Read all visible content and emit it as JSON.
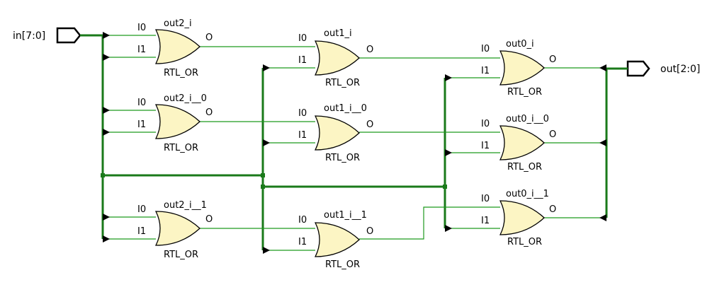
{
  "ports": {
    "input": {
      "label": "in[7:0]"
    },
    "output": {
      "label": "out[2:0]"
    }
  },
  "pins": {
    "i0": "I0",
    "i1": "I1",
    "o": "O"
  },
  "gates": [
    {
      "id": "out2_i",
      "name": "out2_i",
      "type": "RTL_OR"
    },
    {
      "id": "out2_i__0",
      "name": "out2_i__0",
      "type": "RTL_OR"
    },
    {
      "id": "out2_i__1",
      "name": "out2_i__1",
      "type": "RTL_OR"
    },
    {
      "id": "out1_i",
      "name": "out1_i",
      "type": "RTL_OR"
    },
    {
      "id": "out1_i__0",
      "name": "out1_i__0",
      "type": "RTL_OR"
    },
    {
      "id": "out1_i__1",
      "name": "out1_i__1",
      "type": "RTL_OR"
    },
    {
      "id": "out0_i",
      "name": "out0_i",
      "type": "RTL_OR"
    },
    {
      "id": "out0_i__0",
      "name": "out0_i__0",
      "type": "RTL_OR"
    },
    {
      "id": "out0_i__1",
      "name": "out0_i__1",
      "type": "RTL_OR"
    }
  ],
  "colors": {
    "wire": "#1f9a1f",
    "bus": "#1a7a1a",
    "gate_fill": "#fcf5c4",
    "gate_stroke": "#000000",
    "background": "#ffffff"
  }
}
